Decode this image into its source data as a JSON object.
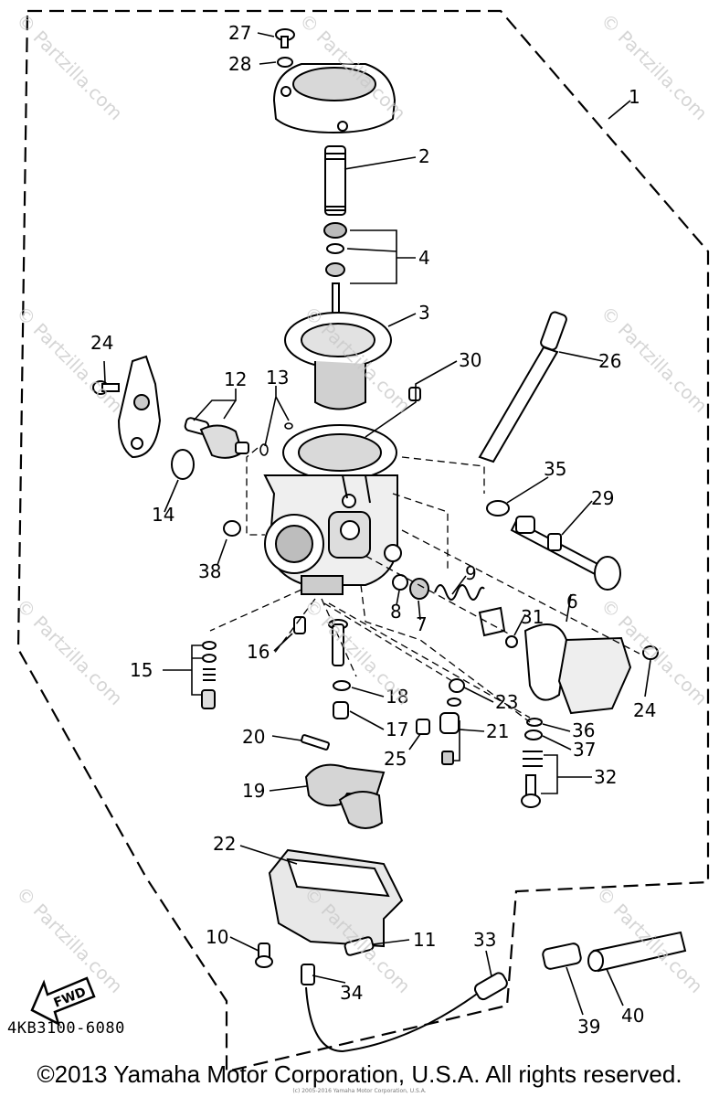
{
  "watermark": "© Partzilla.com",
  "footer": {
    "copyright": "©2013 Yamaha Motor Corporation, U.S.A. All rights reserved.",
    "fine_print": "(c) 2005-2016 Yamaha Motor Corporation, U.S.A.",
    "part_code": "4KB3100-6080"
  },
  "fwd_label": "FWD",
  "callouts": [
    "27",
    "28",
    "1",
    "2",
    "4",
    "3",
    "30",
    "26",
    "24",
    "12",
    "13",
    "14",
    "35",
    "29",
    "38",
    "9",
    "8",
    "7",
    "6",
    "31",
    "16",
    "15",
    "18",
    "23",
    "24",
    "17",
    "21",
    "36",
    "37",
    "20",
    "25",
    "32",
    "19",
    "22",
    "10",
    "11",
    "33",
    "34",
    "39",
    "40"
  ]
}
